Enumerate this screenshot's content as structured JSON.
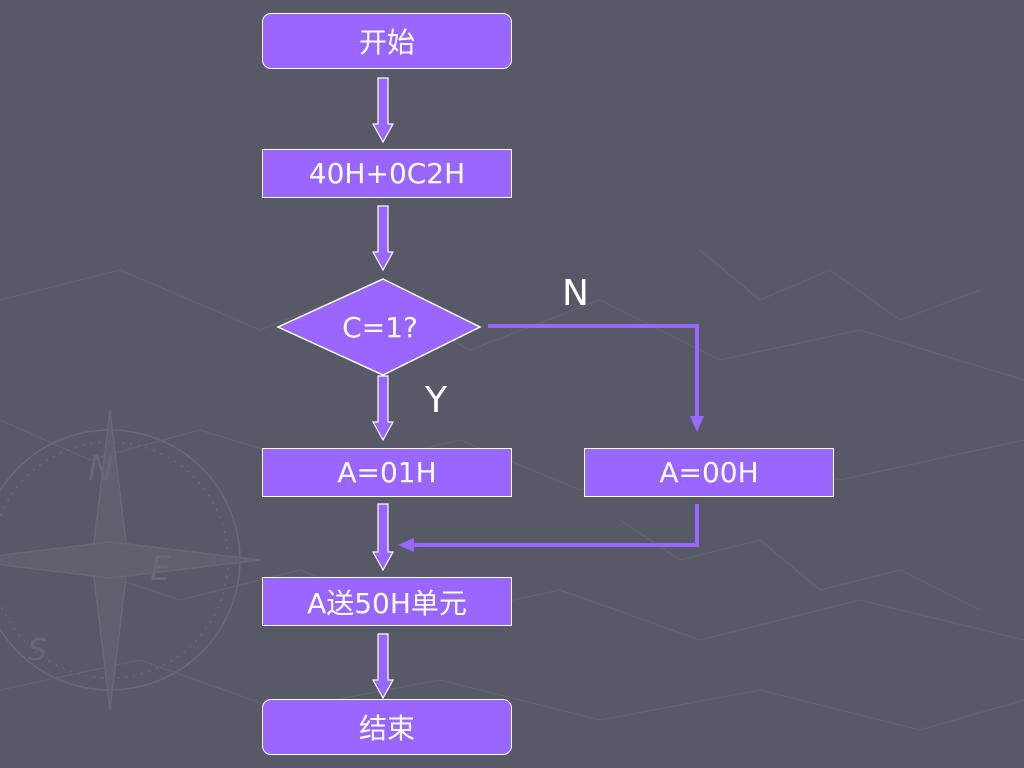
{
  "flowchart": {
    "start": "开始",
    "step_add": "40H+0C2H",
    "decision": "C=1?",
    "yes_label": "Y",
    "no_label": "N",
    "step_yes": "A=01H",
    "step_no": "A=00H",
    "step_store": "A送50H单元",
    "end": "结束"
  },
  "colors": {
    "background": "#575966",
    "node_fill": "#9966FF",
    "node_border": "#FFFFFF",
    "connector": "#9966FF",
    "text": "#FFFFFF"
  }
}
